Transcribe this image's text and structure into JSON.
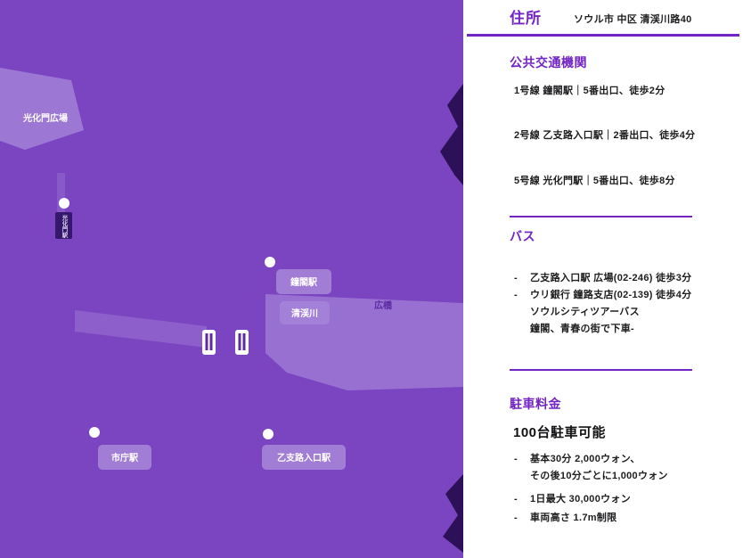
{
  "accent_color": "#7324c4",
  "map": {
    "labels": {
      "area_nw": "光化門広場",
      "station_gwanghwamun": "光化門駅",
      "station_jonggak": "鐘閣駅",
      "stream": "清渓川",
      "bridge": "広橋",
      "station_cityhall": "市庁駅",
      "station_euljiro": "乙支路入口駅"
    },
    "colors": {
      "background": "#7b45c1",
      "block": "#a583d8",
      "edge": "#2c1158"
    }
  },
  "panel": {
    "bullet_char": "-",
    "address": {
      "title": "住所",
      "value": "ソウル市 中区 清渓川路40"
    },
    "transit": {
      "title": "公共交通機関",
      "lines": [
        "1号線 鐘閣駅｜5番出口、徒歩2分",
        "2号線 乙支路入口駅｜2番出口、徒歩4分",
        "5号線 光化門駅｜5番出口、徒歩8分"
      ]
    },
    "bus": {
      "title": "バス",
      "rows": [
        "乙支路入口駅 広場(02-246) 徒歩3分",
        "ウリ銀行 鐘路支店(02-139) 徒歩4分",
        "ソウルシティツアーバス",
        "鐘閣、青春の街で下車-"
      ]
    },
    "parking": {
      "title": "駐車料金",
      "subtitle": "100台駐車可能",
      "rows": [
        "基本30分 2,000ウォン、",
        "その後10分ごとに1,000ウォン",
        "1日最大 30,000ウォン",
        "車両高さ 1.7m制限"
      ]
    }
  }
}
